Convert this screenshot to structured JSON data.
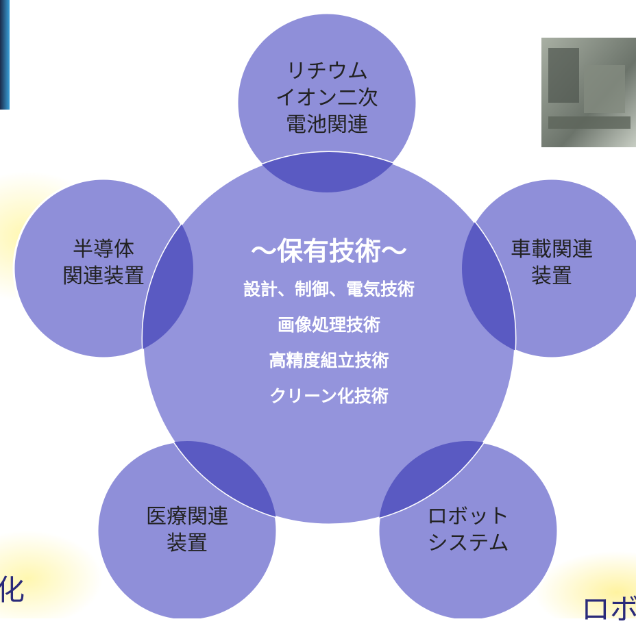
{
  "diagram": {
    "center": {
      "title": "～保有技術～",
      "items": [
        "設計、制御、電気技術",
        "画像処理技術",
        "高精度組立技術",
        "クリーン化技術"
      ]
    },
    "nodes": [
      {
        "lines": [
          "リチウム",
          "イオン二次",
          "電池関連"
        ]
      },
      {
        "lines": [
          "車載関連",
          "装置"
        ]
      },
      {
        "lines": [
          "ロボット",
          "システム"
        ]
      },
      {
        "lines": [
          "医療関連",
          "装置"
        ]
      },
      {
        "lines": [
          "半導体",
          "関連装置"
        ]
      }
    ],
    "background_fragments": {
      "left_text": "化",
      "right_text": "ロボ"
    }
  },
  "colors": {
    "circle_fill": "#8f8fd9",
    "overlap_fill": "#5a5ac2",
    "highlight": "#fff6a8",
    "stroke": "#ffffff"
  }
}
